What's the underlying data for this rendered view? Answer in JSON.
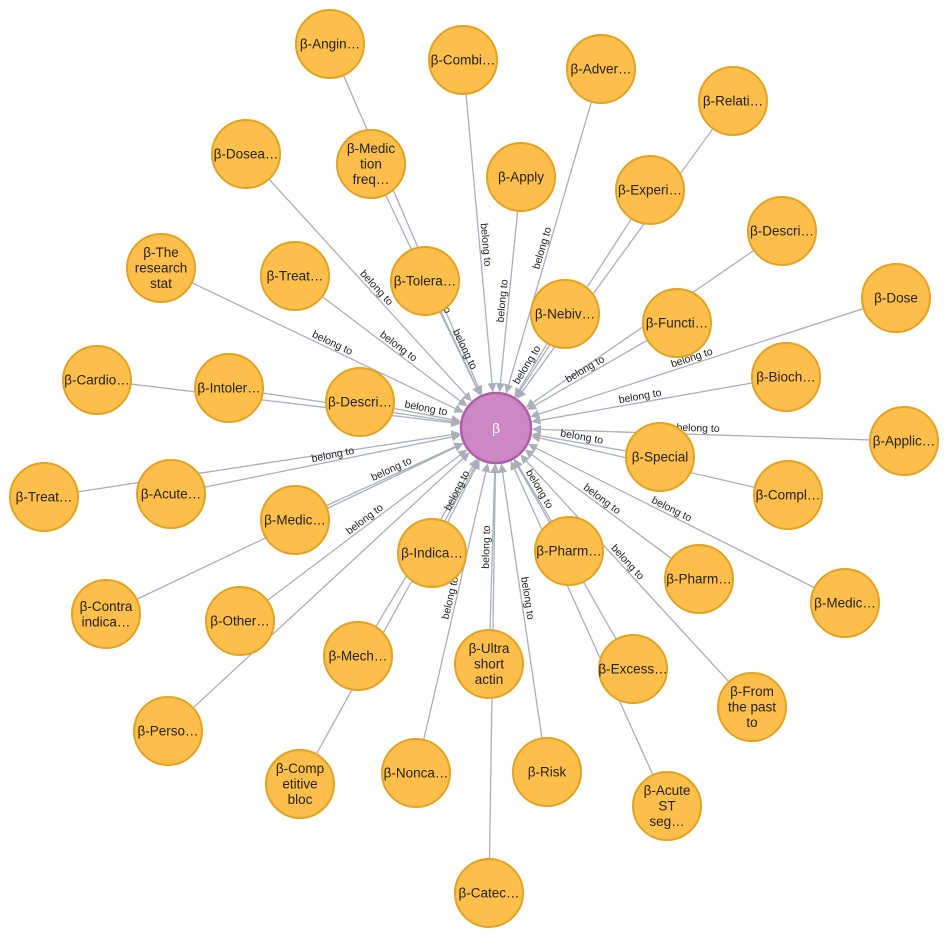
{
  "diagram": {
    "center": {
      "label": "β"
    },
    "edge_label": "belong to",
    "nodes": [
      {
        "id": "angin",
        "lines": [
          "β-Angin…"
        ],
        "labelled": false
      },
      {
        "id": "combi",
        "lines": [
          "β-Combi…"
        ],
        "labelled": true
      },
      {
        "id": "adver",
        "lines": [
          "β-Adver…"
        ],
        "labelled": true
      },
      {
        "id": "relati",
        "lines": [
          "β-Relati…"
        ],
        "labelled": false
      },
      {
        "id": "dosea",
        "lines": [
          "β-Dosea…"
        ],
        "labelled": true
      },
      {
        "id": "mediction",
        "lines": [
          "β-Medic",
          "tion",
          "freq…"
        ],
        "labelled": true
      },
      {
        "id": "apply",
        "lines": [
          "β-Apply"
        ],
        "labelled": true
      },
      {
        "id": "experi",
        "lines": [
          "β-Experi…"
        ],
        "labelled": true
      },
      {
        "id": "descri-top",
        "lines": [
          "β-Descri…"
        ],
        "labelled": false
      },
      {
        "id": "research",
        "lines": [
          "β-The",
          "research",
          "stat"
        ],
        "labelled": true
      },
      {
        "id": "treat-top",
        "lines": [
          "β-Treat…"
        ],
        "labelled": true
      },
      {
        "id": "tolera",
        "lines": [
          "β-Tolera…"
        ],
        "labelled": true
      },
      {
        "id": "nebiv",
        "lines": [
          "β-Nebiv…"
        ],
        "labelled": true
      },
      {
        "id": "functi",
        "lines": [
          "β-Functi…"
        ],
        "labelled": true
      },
      {
        "id": "dose",
        "lines": [
          "β-Dose"
        ],
        "labelled": true
      },
      {
        "id": "cardio",
        "lines": [
          "β-Cardio…"
        ],
        "labelled": false
      },
      {
        "id": "intoler",
        "lines": [
          "β-Intoler…"
        ],
        "labelled": true
      },
      {
        "id": "descri-mid",
        "lines": [
          "β-Descri…"
        ],
        "labelled": true
      },
      {
        "id": "bioch",
        "lines": [
          "β-Bioch…"
        ],
        "labelled": true
      },
      {
        "id": "applic",
        "lines": [
          "β-Applic…"
        ],
        "labelled": true
      },
      {
        "id": "special",
        "lines": [
          "β-Special"
        ],
        "labelled": true
      },
      {
        "id": "treat-left",
        "lines": [
          "β-Treat…"
        ],
        "labelled": false
      },
      {
        "id": "acute-left",
        "lines": [
          "β-Acute…"
        ],
        "labelled": true
      },
      {
        "id": "compl",
        "lines": [
          "β-Compl…"
        ],
        "labelled": false
      },
      {
        "id": "medic-left",
        "lines": [
          "β-Medic…"
        ],
        "labelled": true
      },
      {
        "id": "indica",
        "lines": [
          "β-Indica…"
        ],
        "labelled": true
      },
      {
        "id": "pharm-mid",
        "lines": [
          "β-Pharm…"
        ],
        "labelled": true
      },
      {
        "id": "pharm-right",
        "lines": [
          "β-Pharm…"
        ],
        "labelled": true
      },
      {
        "id": "medic-right",
        "lines": [
          "β-Medic…"
        ],
        "labelled": true
      },
      {
        "id": "contra",
        "lines": [
          "β-Contra",
          "indica…"
        ],
        "labelled": false
      },
      {
        "id": "other",
        "lines": [
          "β-Other…"
        ],
        "labelled": true
      },
      {
        "id": "mech",
        "lines": [
          "β-Mech…"
        ],
        "labelled": true
      },
      {
        "id": "ultra",
        "lines": [
          "β-Ultra",
          "short",
          "actin"
        ],
        "labelled": true
      },
      {
        "id": "excess",
        "lines": [
          "β-Excess…"
        ],
        "labelled": true
      },
      {
        "id": "from",
        "lines": [
          "β-From",
          "the past",
          "to"
        ],
        "labelled": true
      },
      {
        "id": "perso",
        "lines": [
          "β-Perso…"
        ],
        "labelled": false
      },
      {
        "id": "comp",
        "lines": [
          "β-Comp",
          "etitive",
          "bloc"
        ],
        "labelled": false
      },
      {
        "id": "nonca",
        "lines": [
          "β-Nonca…"
        ],
        "labelled": true
      },
      {
        "id": "risk",
        "lines": [
          "β-Risk"
        ],
        "labelled": true
      },
      {
        "id": "acute-st",
        "lines": [
          "β-Acute",
          "ST",
          "seg…"
        ],
        "labelled": false
      },
      {
        "id": "catec",
        "lines": [
          "β-Catec…"
        ],
        "labelled": false
      }
    ]
  }
}
